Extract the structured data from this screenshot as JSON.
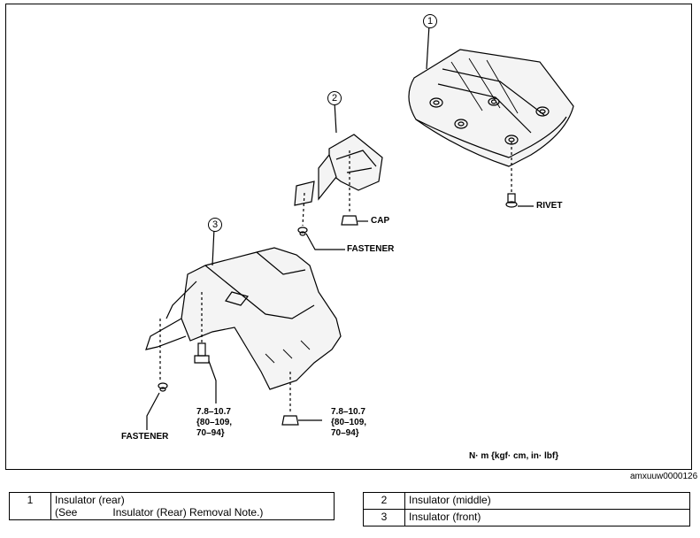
{
  "callouts": {
    "c1": "1",
    "c2": "2",
    "c3": "3"
  },
  "labels": {
    "rivet": "RIVET",
    "cap": "CAP",
    "fastener_upper": "FASTENER",
    "fastener_lower": "FASTENER"
  },
  "torque_left": {
    "line1": "7.8–10.7",
    "line2": "{80–109,",
    "line3": "70–94}"
  },
  "torque_right": {
    "line1": "7.8–10.7",
    "line2": "{80–109,",
    "line3": "70–94}"
  },
  "units_note": "N· m  {kgf· cm,  in· lbf}",
  "image_code": "amxuuw0000126",
  "legend_left": [
    {
      "num": "1",
      "line1": "Insulator (rear)",
      "line2_prefix": "(See",
      "line2_rest": "Insulator (Rear) Removal Note.)"
    }
  ],
  "legend_right": [
    {
      "num": "2",
      "text": "Insulator (middle)"
    },
    {
      "num": "3",
      "text": "Insulator (front)"
    }
  ]
}
